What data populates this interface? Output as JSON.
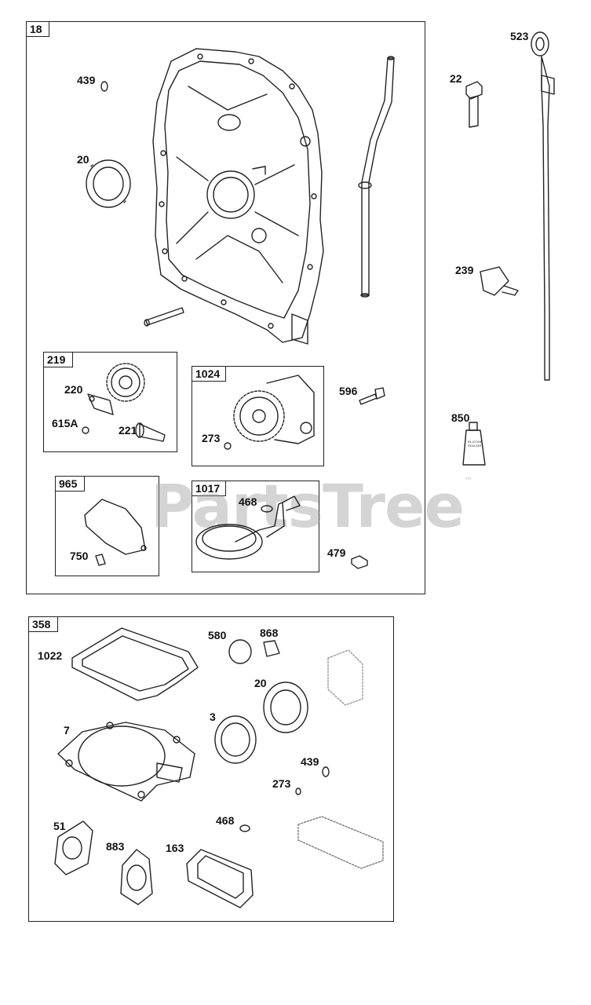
{
  "watermark": {
    "text": "PartsTree",
    "mark": "™"
  },
  "boxes": {
    "b18": "18",
    "b219": "219",
    "b1024": "1024",
    "b965": "965",
    "b1017": "1017",
    "b358": "358"
  },
  "callouts": {
    "p439a": "439",
    "p20a": "20",
    "p220": "220",
    "p615A": "615A",
    "p221": "221",
    "p273a": "273",
    "p596": "596",
    "p468a": "468",
    "p750": "750",
    "p479": "479",
    "p22": "22",
    "p523": "523",
    "p239": "239",
    "p850": "850",
    "p1022": "1022",
    "p580": "580",
    "p868": "868",
    "p20b": "20",
    "p3": "3",
    "p7": "7",
    "p439b": "439",
    "p273b": "273",
    "p468b": "468",
    "p51": "51",
    "p883": "883",
    "p163": "163"
  },
  "tube_label": "SILICONE SEALANT"
}
